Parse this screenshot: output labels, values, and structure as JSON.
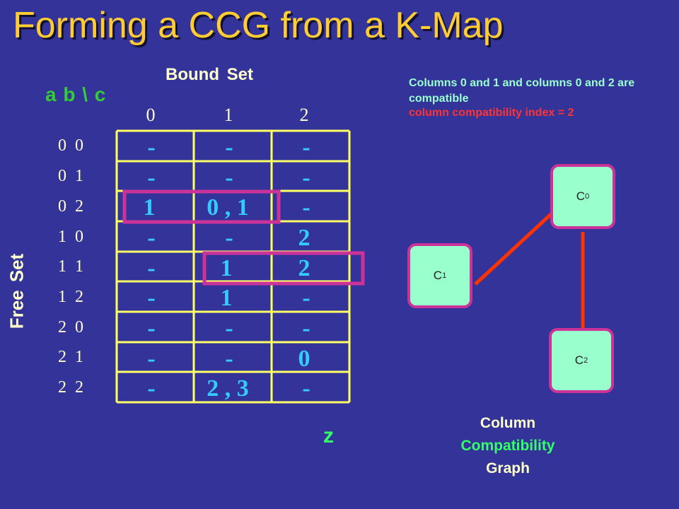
{
  "title": "Forming a CCG from a K-Map",
  "bound_set_label": "Bound Set",
  "variables_label": "a b \\ c",
  "free_set_label": "Free Set",
  "output_label": "z",
  "column_headers": [
    "0",
    "1",
    "2"
  ],
  "rows": [
    {
      "label": "0 0",
      "cells": [
        "-",
        "-",
        "-"
      ]
    },
    {
      "label": "0 1",
      "cells": [
        "-",
        "-",
        "-"
      ]
    },
    {
      "label": "0 2",
      "cells": [
        "1",
        "0 , 1",
        "-"
      ]
    },
    {
      "label": "1 0",
      "cells": [
        "-",
        "-",
        "2"
      ]
    },
    {
      "label": "1 1",
      "cells": [
        "-",
        "1",
        "2"
      ]
    },
    {
      "label": "1 2",
      "cells": [
        "-",
        "1",
        "-"
      ]
    },
    {
      "label": "2 0",
      "cells": [
        "-",
        "-",
        "-"
      ]
    },
    {
      "label": "2 1",
      "cells": [
        "-",
        "-",
        "0"
      ]
    },
    {
      "label": "2 2",
      "cells": [
        "-",
        "2 , 3",
        "-"
      ]
    }
  ],
  "note_compatible": "Columns 0 and 1 and columns 0 and 2 are compatible",
  "note_index": "column compatibility index = 2",
  "graph": {
    "nodes": [
      {
        "base": "C",
        "sub": "0"
      },
      {
        "base": "C",
        "sub": "1"
      },
      {
        "base": "C",
        "sub": "2"
      }
    ],
    "edges": [
      [
        "C0",
        "C1"
      ],
      [
        "C0",
        "C2"
      ]
    ],
    "caption_line1": "Column",
    "caption_line2": "Compatibility",
    "caption_line3": "Graph"
  },
  "colors": {
    "background": "#333399",
    "title": "#ffcc33",
    "grid": "#ffff66",
    "cell_text": "#33ccff",
    "highlight_box": "#cc3399",
    "edge": "#ff3300",
    "node_fill": "#99ffcc",
    "note_index": "#ff3333"
  }
}
